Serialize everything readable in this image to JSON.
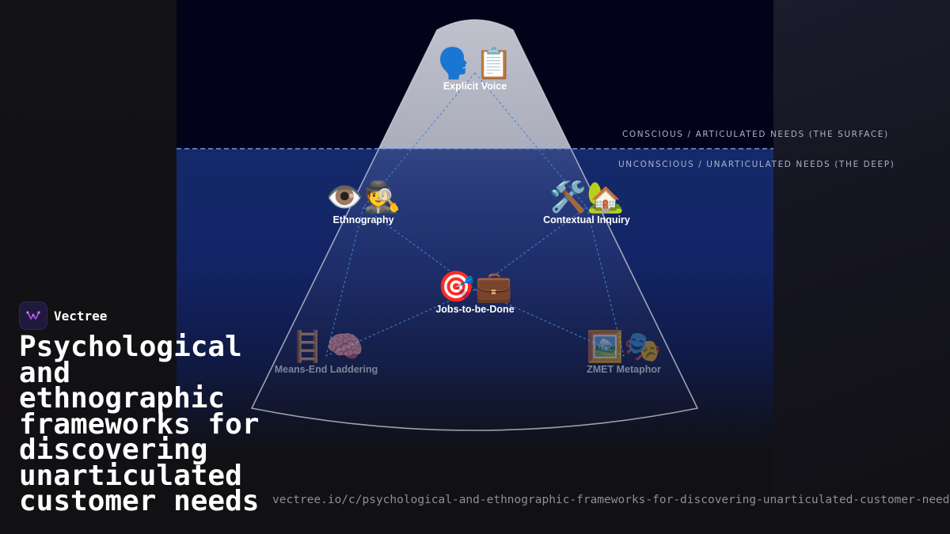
{
  "brand": {
    "name": "Vectree",
    "logo_icon": "vectree-logo-icon"
  },
  "title": "Psychological and ethnographic frameworks for discovering unarticulated customer needs",
  "url": "vectree.io/c/psychological-and-ethnographic-frameworks-for-discovering-unarticulated-customer-needs",
  "zones": {
    "surface": "CONSCIOUS / ARTICULATED NEEDS (THE SURFACE)",
    "deep": "UNCONSCIOUS / UNARTICULATED NEEDS (THE DEEP)"
  },
  "nodes": {
    "explicit_voice": {
      "emoji": "🗣️📋",
      "label": "Explicit Voice",
      "icons": [
        "speaking-head-icon",
        "clipboard-icon"
      ]
    },
    "ethnography": {
      "emoji": "👁️🕵️",
      "label": "Ethnography",
      "icons": [
        "eye-icon",
        "detective-icon"
      ]
    },
    "contextual_inquiry": {
      "emoji": "🛠️🏡",
      "label": "Contextual Inquiry",
      "icons": [
        "tools-icon",
        "house-icon"
      ]
    },
    "jobs_to_be_done": {
      "emoji": "🎯💼",
      "label": "Jobs-to-be-Done",
      "icons": [
        "target-icon",
        "briefcase-icon"
      ]
    },
    "means_end_laddering": {
      "emoji": "🪜🧠",
      "label": "Means-End Laddering",
      "icons": [
        "ladder-icon",
        "brain-icon"
      ]
    },
    "zmet_metaphor": {
      "emoji": "🖼️🎭",
      "label": "ZMET Metaphor",
      "icons": [
        "framed-picture-icon",
        "theater-masks-icon"
      ]
    }
  },
  "colors": {
    "surface_sky": "#02031a",
    "deep_water": "#142a6a",
    "waterline": "#5b7fd0",
    "connector": "#3a78c8",
    "iceberg_edge": "#d9dbe6",
    "brand_accent": "#a24fe0"
  }
}
